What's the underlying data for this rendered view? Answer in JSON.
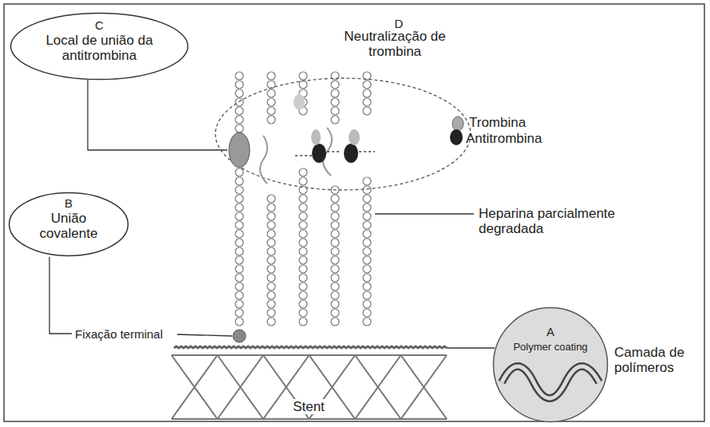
{
  "diagram": {
    "nodes": [
      {
        "text": [
          "C",
          "Local de união da antitrombina"
        ]
      },
      {
        "text": [
          "B",
          "União covalente"
        ]
      },
      {
        "text": [
          "A",
          "Polymer coating"
        ]
      }
    ],
    "labels": [
      "D",
      "Neutralização de trombina",
      "Trombina",
      "Antitrombina",
      "Heparina parcialmente degradada",
      "Fixação terminal",
      "Camada de polímeros",
      "Stent"
    ]
  }
}
